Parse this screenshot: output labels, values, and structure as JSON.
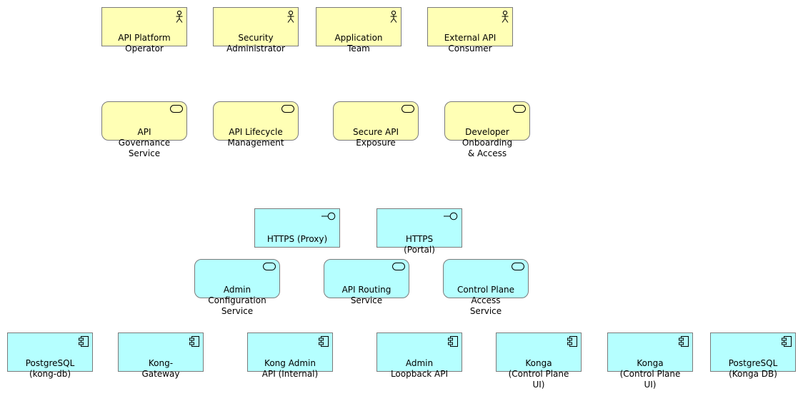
{
  "actors": [
    {
      "label": "API Platform\nOperator"
    },
    {
      "label": "Security\nAdministrator"
    },
    {
      "label": "Application\nTeam"
    },
    {
      "label": "External API\nConsumer"
    }
  ],
  "business_services": [
    {
      "label": "API\nGovernance\nService"
    },
    {
      "label": "API Lifecycle\nManagement"
    },
    {
      "label": "Secure API\nExposure"
    },
    {
      "label": "Developer\nOnboarding\n& Access"
    }
  ],
  "interfaces": [
    {
      "label": "HTTPS (Proxy)"
    },
    {
      "label": "HTTPS\n(Portal)"
    }
  ],
  "app_services": [
    {
      "label": "Admin\nConfiguration\nService"
    },
    {
      "label": "API Routing\nService"
    },
    {
      "label": "Control Plane\nAccess Service"
    }
  ],
  "components": [
    {
      "label": "PostgreSQL\n(kong-db)"
    },
    {
      "label": "Kong-Gateway"
    },
    {
      "label": "Kong Admin\nAPI (Internal)"
    },
    {
      "label": "Admin\nLoopback API"
    },
    {
      "label": "Konga\n(Control Plane\nUI)"
    },
    {
      "label": "Konga\n(Control Plane\nUI)"
    },
    {
      "label": "PostgreSQL\n(Konga DB)"
    }
  ],
  "colors": {
    "business_fill": "#ffffb5",
    "application_fill": "#b5ffff",
    "border": "#7a7a7a"
  }
}
